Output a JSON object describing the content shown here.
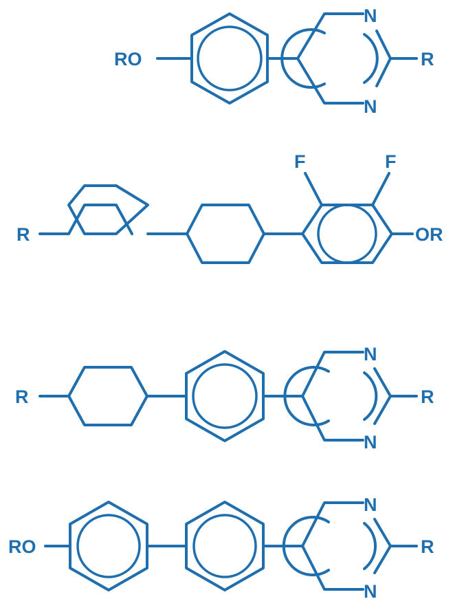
{
  "style": {
    "color": "#1f6fae"
  },
  "molecules": [
    {
      "labels": {
        "left": "RO",
        "right": "R",
        "n_top": "N",
        "n_bottom": "N"
      }
    },
    {
      "labels": {
        "left": "R",
        "right": "OR",
        "f_left": "F",
        "f_right": "F"
      }
    },
    {
      "labels": {
        "left": "R",
        "right": "R",
        "n_top": "N",
        "n_bottom": "N"
      }
    },
    {
      "labels": {
        "left": "RO",
        "right": "R",
        "n_top": "N",
        "n_bottom": "N"
      }
    }
  ]
}
